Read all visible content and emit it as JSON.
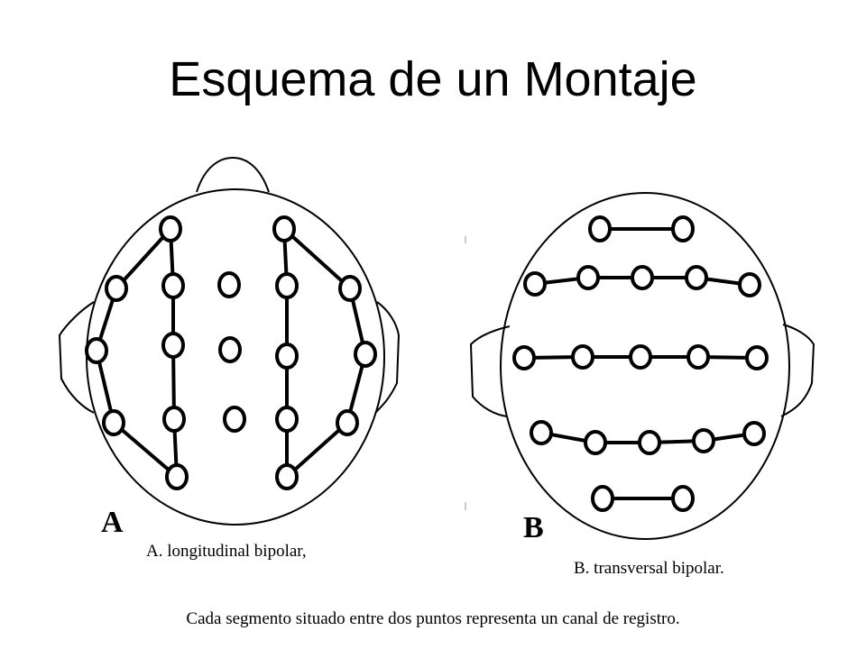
{
  "title": "Esquema de un Montaje",
  "panel_a": {
    "letter": "A",
    "caption": "A. longitudinal bipolar,"
  },
  "panel_b": {
    "letter": "B",
    "caption": "B. transversal bipolar."
  },
  "footnote": "Cada segmento situado entre dos puntos representa un canal de registro.",
  "colors": {
    "ink": "#000000",
    "background": "#ffffff"
  }
}
